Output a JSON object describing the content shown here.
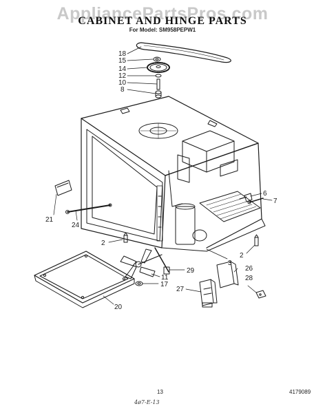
{
  "watermark": "AppliancePartsPros.com",
  "title": "CABINET AND HINGE PARTS",
  "subtitle": "For Model: SM958PEPW1",
  "page_number": "13",
  "document_number": "4179089",
  "handwritten_note": "4ø7-E-13",
  "callouts": [
    {
      "num": "18"
    },
    {
      "num": "15"
    },
    {
      "num": "14"
    },
    {
      "num": "12"
    },
    {
      "num": "10"
    },
    {
      "num": "8"
    },
    {
      "num": "6"
    },
    {
      "num": "7"
    },
    {
      "num": "21"
    },
    {
      "num": "24"
    },
    {
      "num": "2"
    },
    {
      "num": "2"
    },
    {
      "num": "3"
    },
    {
      "num": "29"
    },
    {
      "num": "11"
    },
    {
      "num": "17"
    },
    {
      "num": "26"
    },
    {
      "num": "28"
    },
    {
      "num": "20"
    },
    {
      "num": "27"
    }
  ]
}
